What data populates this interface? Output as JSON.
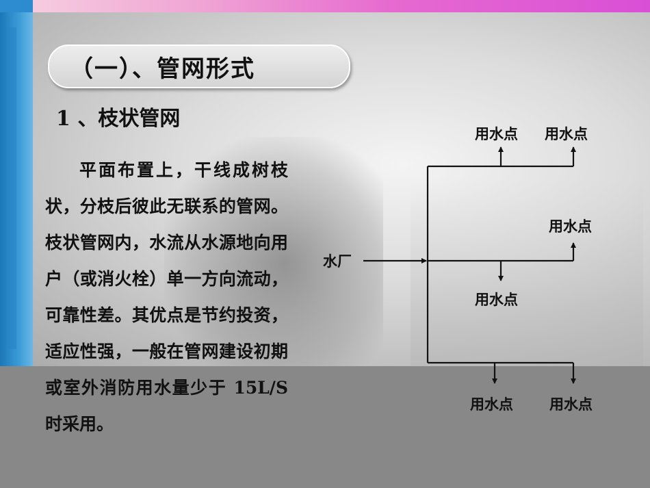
{
  "title": "（一）、管网形式",
  "subtitle": "1 、枝状管网",
  "paragraph": "平面布置上，干线成树枝状，分枝后彼此无联系的管网。枝状管网内，水流从水源地向用户（或消火栓）单一方向流动，可靠性差。其优点是节约投资，适应性强，一般在管网建设初期或室外消防用水量少于 15L/S 时采用。",
  "diagram": {
    "source": "水厂",
    "user_points": [
      "用水点",
      "用水点",
      "用水点",
      "用水点",
      "用水点",
      "用水点"
    ]
  },
  "colors": {
    "line": "#111111",
    "left_strip": "#2a86c6",
    "top_bar": "#e066d2"
  }
}
